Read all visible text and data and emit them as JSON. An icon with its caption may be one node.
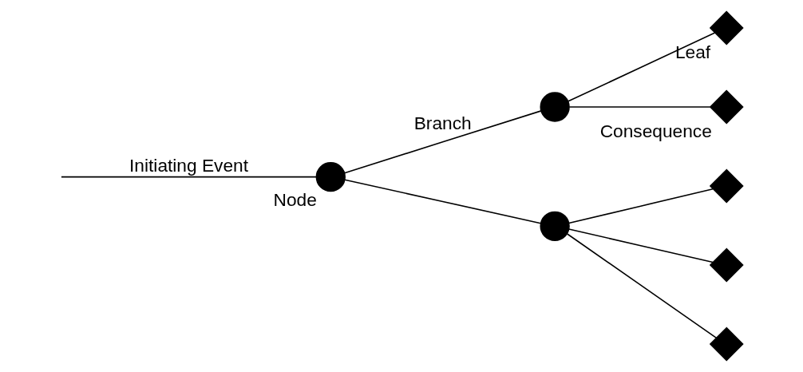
{
  "diagram": {
    "nodes": [
      {
        "text": [],
        "shape": "circle",
        "beside": [
          "Node"
        ]
      },
      {
        "text": [],
        "shape": "circle"
      },
      {
        "text": [],
        "shape": "circle"
      },
      {
        "text": [],
        "shape": "diamond",
        "beside": [
          "Leaf"
        ]
      },
      {
        "text": [],
        "shape": "diamond",
        "beside": [
          "Consequence"
        ]
      },
      {
        "text": [],
        "shape": "diamond"
      },
      {
        "text": [],
        "shape": "diamond"
      },
      {
        "text": [],
        "shape": "diamond"
      }
    ],
    "edges": [
      {
        "from": null,
        "to": 0,
        "arrow": "none",
        "label": "Initiating Event"
      },
      {
        "from": 0,
        "to": 1,
        "arrow": "none",
        "label": "Branch"
      },
      {
        "from": 0,
        "to": 2,
        "arrow": "none"
      },
      {
        "from": 1,
        "to": 3,
        "arrow": "none"
      },
      {
        "from": 1,
        "to": 4,
        "arrow": "none"
      },
      {
        "from": 2,
        "to": 5,
        "arrow": "none"
      },
      {
        "from": 2,
        "to": 6,
        "arrow": "none"
      },
      {
        "from": 2,
        "to": 7,
        "arrow": "none"
      }
    ]
  }
}
